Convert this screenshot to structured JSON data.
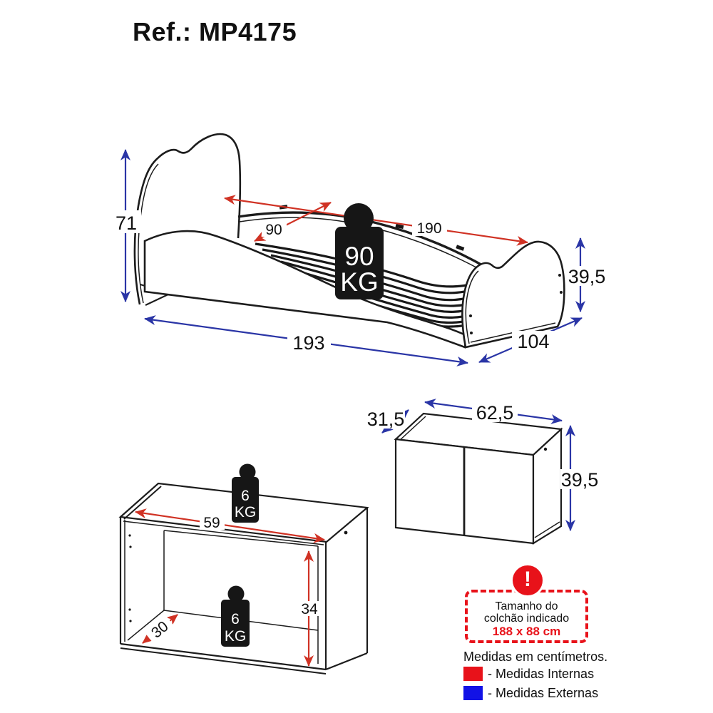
{
  "title": "Ref.: MP4175",
  "bed": {
    "weight_capacity": {
      "value": "90",
      "unit": "KG",
      "icon": "kettlebell-weight-icon"
    },
    "dims": {
      "height": "71",
      "internal_width": "90",
      "internal_length": "190",
      "external_length": "193",
      "external_width": "104",
      "footboard_height": "39,5"
    }
  },
  "cabinet_closed": {
    "dims": {
      "depth": "31,5",
      "width": "62,5",
      "height": "39,5"
    }
  },
  "cabinet_open": {
    "weight_capacity_top": {
      "value": "6",
      "unit": "KG",
      "icon": "kettlebell-weight-icon"
    },
    "weight_capacity_inside": {
      "value": "6",
      "unit": "KG",
      "icon": "kettlebell-weight-icon"
    },
    "dims": {
      "internal_width": "59",
      "internal_height": "34",
      "internal_depth": "30"
    }
  },
  "legend": {
    "warning_icon": "exclamation-icon",
    "mattress_note_line1": "Tamanho do",
    "mattress_note_line2": "colchão indicado",
    "mattress_size": "188 x 88 cm",
    "units_note": "Medidas em centímetros.",
    "internal_label": "- Medidas Internas",
    "external_label": "- Medidas Externas"
  },
  "colors": {
    "internal_dimension": "#d03224",
    "external_dimension": "#2a35a6",
    "legend_red": "#e8121a",
    "legend_blue": "#1212e6",
    "line": "#1c1c1c"
  }
}
